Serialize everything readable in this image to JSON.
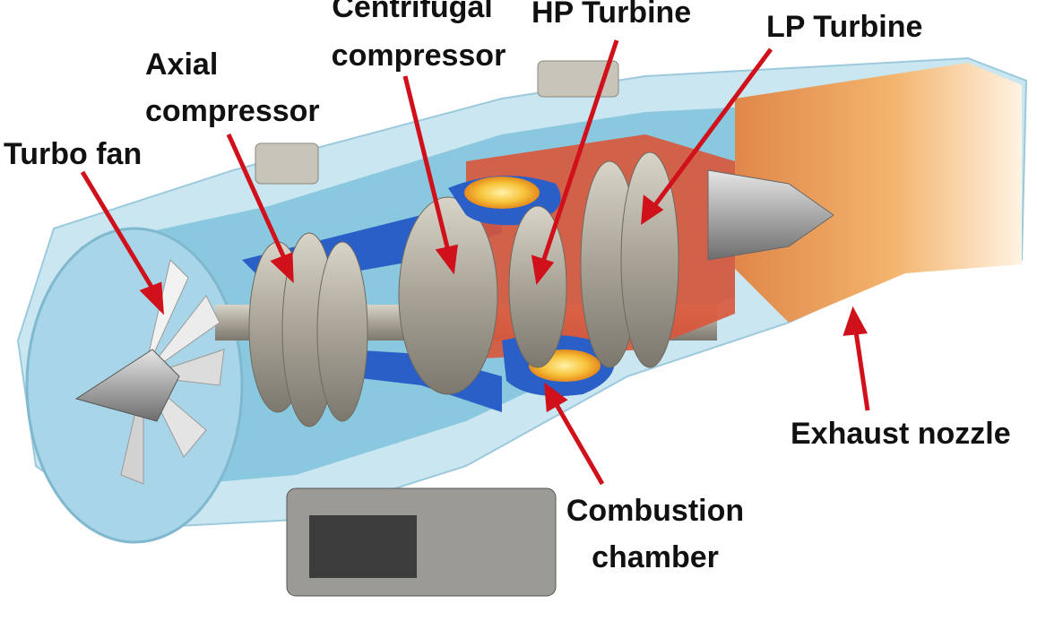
{
  "colors": {
    "arrow": "#d0101b",
    "casing": "#7fc2dc",
    "casing_light": "#c9e6f1",
    "compressor_blue": "#2a5fc8",
    "hot_section": "#d9553a",
    "metal": "#b8b3a6",
    "metal_dark": "#7e7a70",
    "exhaust": "#f2a95e",
    "flame": "#f7c33a"
  },
  "labels": {
    "turbo_fan": "Turbo fan",
    "axial_compressor": [
      "Axial",
      "compressor"
    ],
    "centrifugal_compressor": [
      "Centrifugal",
      "compressor"
    ],
    "hp_turbine": "HP Turbine",
    "lp_turbine": "LP Turbine",
    "exhaust_nozzle": "Exhaust nozzle",
    "combustion_chamber": [
      "Combustion",
      "chamber"
    ]
  }
}
